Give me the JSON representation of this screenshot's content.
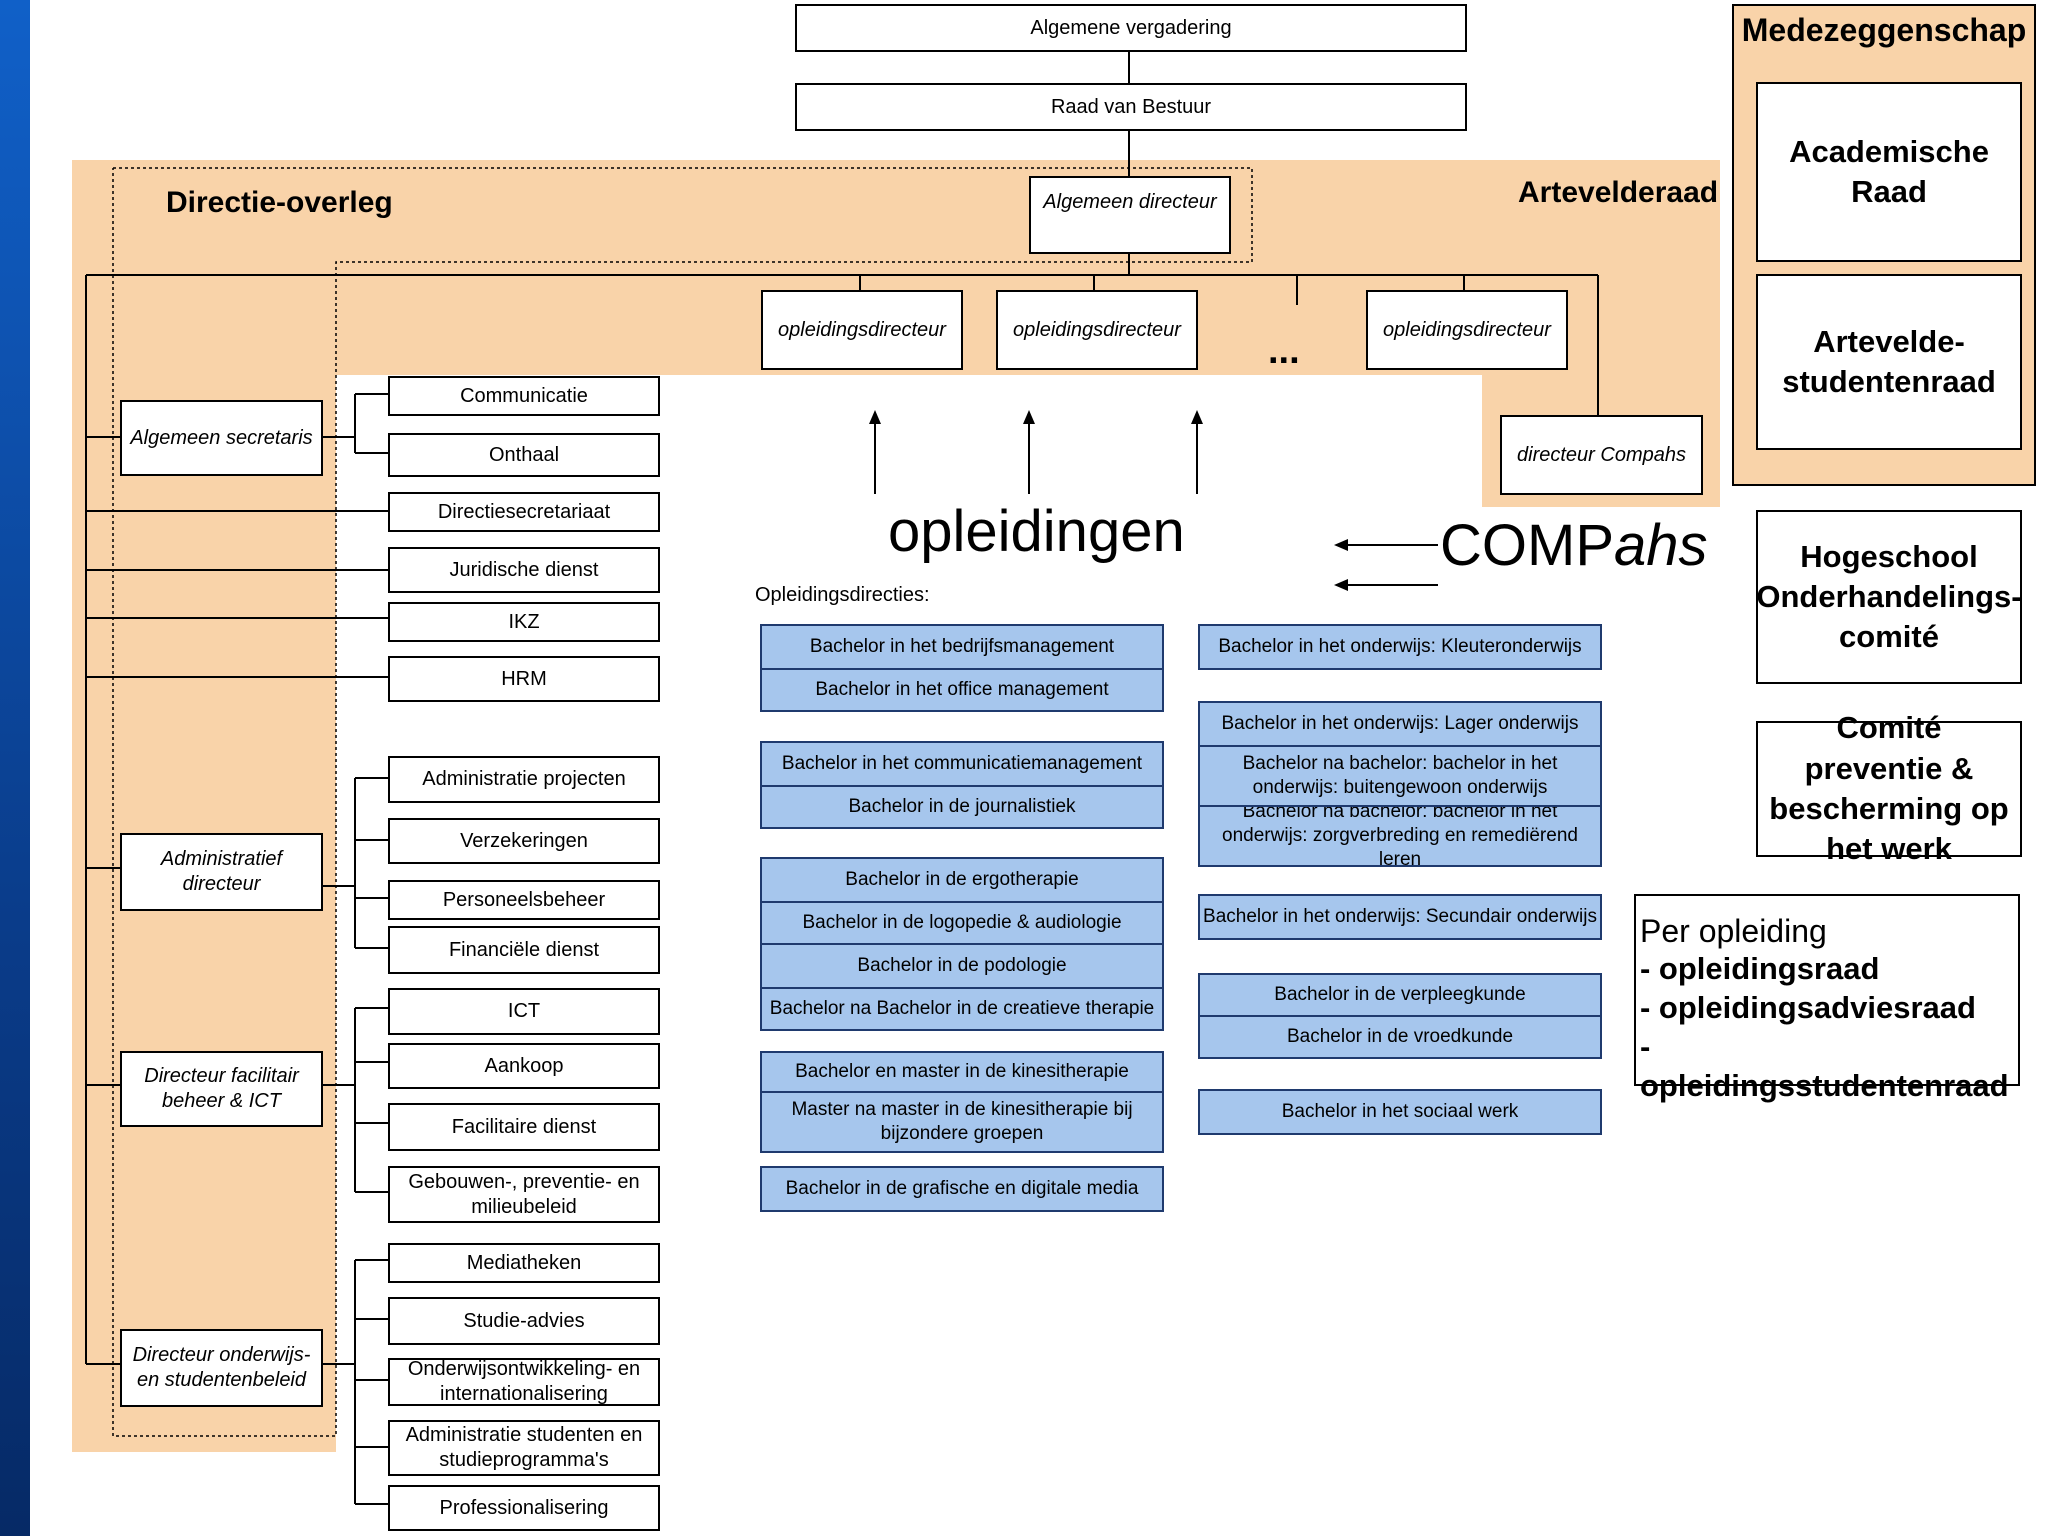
{
  "top": {
    "algemene_vergadering": "Algemene vergadering",
    "raad_van_bestuur": "Raad van Bestuur"
  },
  "directie": {
    "label": "Directie-overleg",
    "artevelderaad": "Artevelderaad",
    "algemeen_directeur": "Algemeen directeur",
    "opleidingsdirecteur": "opleidingsdirecteur",
    "ellipsis": "...",
    "directeur_compahs": "directeur Compahs"
  },
  "directeuren": [
    {
      "label": "Algemeen secretaris",
      "units": [
        "Communicatie",
        "Onthaal"
      ]
    },
    {
      "label": "Administratief directeur",
      "units": [
        "Administratie projecten",
        "Verzekeringen",
        "Personeelsbeheer",
        "Financiële dienst"
      ]
    },
    {
      "label": "Directeur facilitair beheer & ICT",
      "units": [
        "ICT",
        "Aankoop",
        "Facilitaire dienst",
        "Gebouwen-, preventie- en milieubeleid"
      ]
    },
    {
      "label": "Directeur onderwijs- en studentenbeleid",
      "units": [
        "Mediatheken",
        "Studie-advies",
        "Onderwijsontwikkeling- en internationalisering",
        "Administratie studenten en studieprogramma's",
        "Professionalisering"
      ]
    }
  ],
  "direct_units": [
    "Directiesecretariaat",
    "Juridische dienst",
    "IKZ",
    "HRM"
  ],
  "center": {
    "opleidingen": "opleidingen",
    "compahs_prefix": "COMP",
    "compahs_suffix": "ahs",
    "opleidingsdirecties_label": "Opleidingsdirecties:"
  },
  "programs_left": [
    [
      "Bachelor in het bedrijfsmanagement",
      "Bachelor in het office management"
    ],
    [
      "Bachelor in het communicatiemanagement",
      "Bachelor in de journalistiek"
    ],
    [
      "Bachelor in de ergotherapie",
      "Bachelor in de logopedie & audiologie",
      "Bachelor in de podologie",
      "Bachelor na Bachelor in de creatieve therapie"
    ],
    [
      "Bachelor en master in de kinesitherapie",
      "Master na master in de kinesitherapie bij bijzondere groepen"
    ],
    [
      "Bachelor in de grafische en digitale media"
    ]
  ],
  "programs_right": [
    [
      "Bachelor in het onderwijs: Kleuteronderwijs"
    ],
    [
      "Bachelor in het onderwijs: Lager onderwijs",
      "Bachelor na bachelor: bachelor in het onderwijs: buitengewoon onderwijs",
      "Bachelor na bachelor: bachelor in het onderwijs: zorgverbreding en remediërend leren"
    ],
    [
      "Bachelor in het onderwijs: Secundair onderwijs"
    ],
    [
      "Bachelor in de verpleegkunde",
      "Bachelor in de vroedkunde"
    ],
    [
      "Bachelor in het sociaal werk"
    ]
  ],
  "medezeggenschap": {
    "title": "Medezeggenschap",
    "academische_raad": "Academische Raad",
    "studentenraad": "Artevelde- studentenraad",
    "onderhandelingscomite": "Hogeschool Onderhandelings- comité",
    "comite_preventie": "Comité preventie & bescherming op het werk",
    "per_opleiding": "Per opleiding",
    "per_opleiding_items": [
      "- opleidingsraad",
      "- opleidingsadviesraad",
      "- opleidingsstudentenraad"
    ]
  }
}
